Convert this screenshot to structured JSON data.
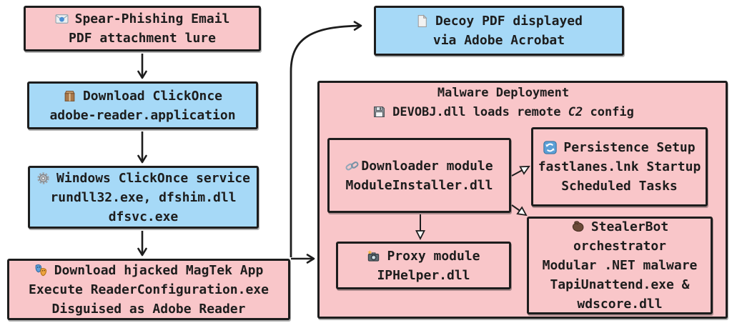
{
  "colors": {
    "node_pink": "#f9c6c9",
    "node_blue": "#a6d9f7",
    "stroke": "#1d1d1d",
    "background": "#ffffff"
  },
  "nodes": {
    "spear_phishing": {
      "icon": "email-icon",
      "line1": "Spear-Phishing Email",
      "line2": "PDF attachment lure"
    },
    "download_clickonce": {
      "icon": "package-icon",
      "line1": "Download ClickOnce",
      "line2": "adobe-reader.application"
    },
    "clickonce_service": {
      "icon": "gear-icon",
      "line1": "Windows ClickOnce service",
      "line2": "rundll32.exe, dfshim.dll",
      "line3": "dfsvc.exe"
    },
    "magtek_app": {
      "icon": "masks-icon",
      "line1": "Download hjacked MagTek App",
      "line2": "Execute ReaderConfiguration.exe",
      "line3": "Disguised as Adobe Reader"
    },
    "decoy_pdf": {
      "icon": "page-icon",
      "line1": "Decoy PDF displayed",
      "line2": "via Adobe Acrobat"
    }
  },
  "deployment": {
    "title": "Malware Deployment",
    "subtitle_icon": "floppy-icon",
    "subtitle_pre": "DEVOBJ.dll loads remote ",
    "subtitle_em": "C2",
    "subtitle_post": " config",
    "downloader": {
      "icon": "link-icon",
      "line1": "Downloader module",
      "line2": "ModuleInstaller.dll"
    },
    "persistence": {
      "icon": "refresh-icon",
      "line1": "Persistence Setup",
      "line2": "fastlanes.lnk Startup",
      "line3": "Scheduled Tasks"
    },
    "proxy": {
      "icon": "camera-icon",
      "line1": "Proxy module",
      "line2": "IPHelper.dll"
    },
    "stealerbot": {
      "icon": "biceps-icon",
      "line1": "StealerBot",
      "line2": "orchestrator",
      "line3": "Modular .NET malware",
      "line4": "TapiUnattend.exe &",
      "line5": "wdscore.dll"
    }
  }
}
